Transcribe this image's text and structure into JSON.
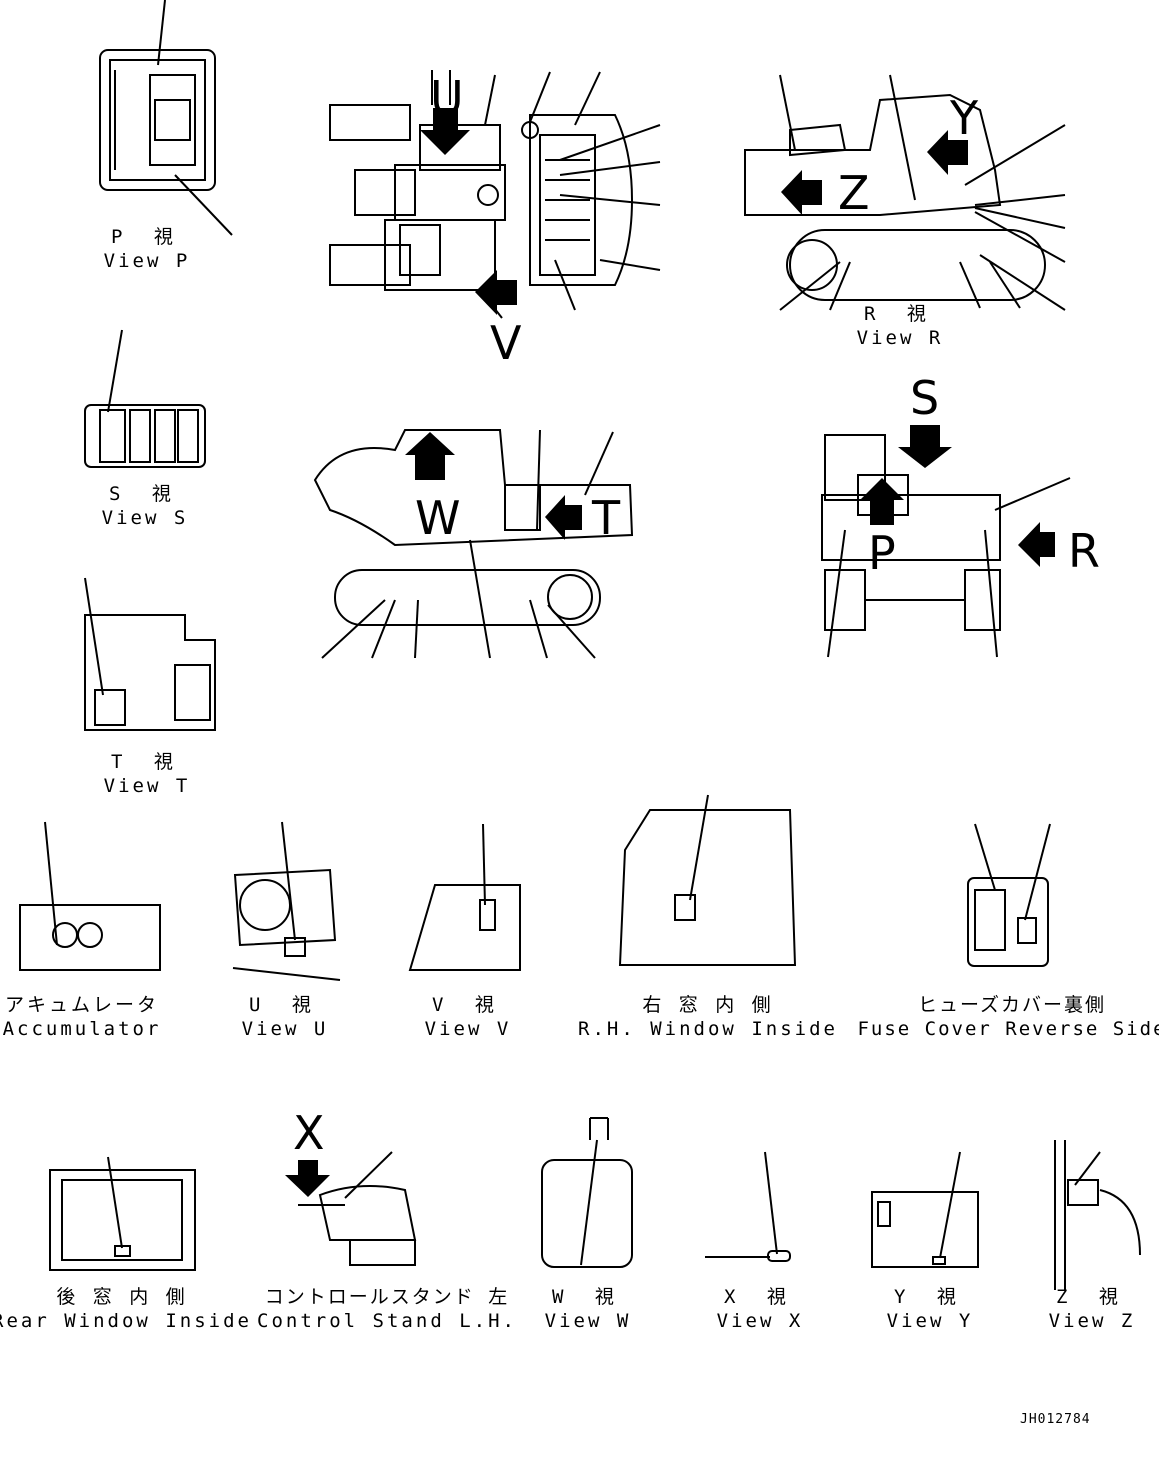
{
  "views": {
    "p": {
      "jp": "P 視",
      "en": "View P"
    },
    "s": {
      "jp": "S 視",
      "en": "View S"
    },
    "t": {
      "jp": "T 視",
      "en": "View T"
    },
    "r": {
      "jp": "R 視",
      "en": "View R"
    },
    "accumulator": {
      "jp": "アキュムレータ",
      "en": "Accumulator"
    },
    "u": {
      "jp": "U 視",
      "en": "View U"
    },
    "v": {
      "jp": "V 視",
      "en": "View V"
    },
    "rh_window": {
      "jp": "右 窓 内 側",
      "en": "R.H. Window Inside"
    },
    "fuse_cover": {
      "jp": "ヒューズカバー裏側",
      "en": "Fuse Cover Reverse Side"
    },
    "rear_window": {
      "jp": "後 窓 内 側",
      "en": "Rear Window Inside"
    },
    "control_stand": {
      "jp": "コントロールスタンド 左",
      "en": "Control Stand L.H."
    },
    "w": {
      "jp": "W 視",
      "en": "View W"
    },
    "x": {
      "jp": "X 視",
      "en": "View X"
    },
    "y": {
      "jp": "Y 視",
      "en": "View Y"
    },
    "z": {
      "jp": "Z 視",
      "en": "View Z"
    }
  },
  "arrow_letters": {
    "u": "U",
    "v": "V",
    "w": "W",
    "t": "T",
    "y": "Y",
    "z": "Z",
    "s": "S",
    "p": "P",
    "r": "R",
    "x": "X"
  },
  "drawing_code": "JH012784"
}
